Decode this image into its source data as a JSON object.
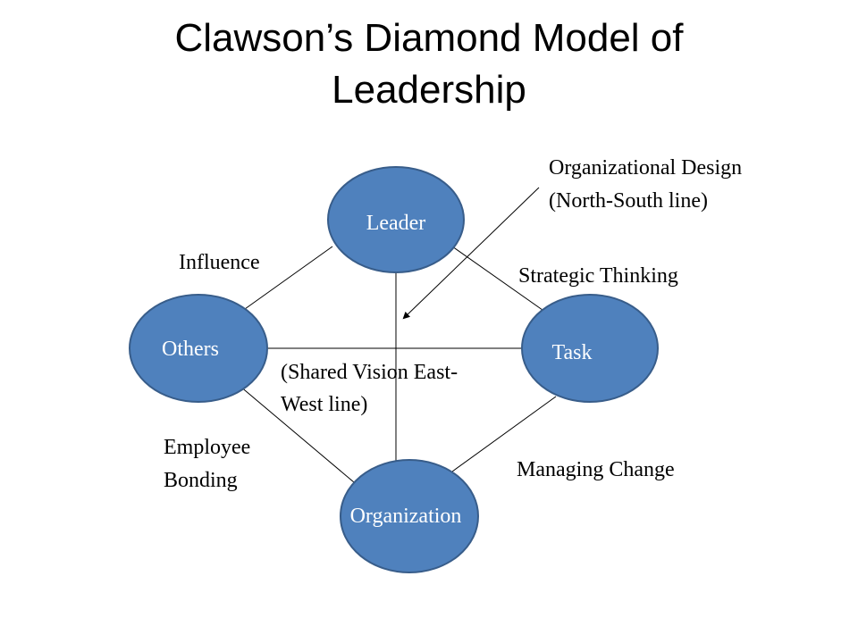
{
  "slide": {
    "title_line1": "Clawson’s Diamond Model of",
    "title_line2": "Leadership"
  },
  "colors": {
    "node_fill": "#4f81bd",
    "node_stroke": "#385d8a",
    "node_text": "#ffffff",
    "line": "#000000"
  },
  "nodes": {
    "leader": "Leader",
    "others": "Others",
    "task": "Task",
    "organization": "Organization"
  },
  "labels": {
    "org_design_line1": "Organizational Design",
    "org_design_line2": "(North-South line)",
    "influence": "Influence",
    "strategic_thinking": "Strategic Thinking",
    "shared_vision_line1": "(Shared Vision East-",
    "shared_vision_line2": "West line)",
    "employee_bonding_line1": "Employee",
    "employee_bonding_line2": "Bonding",
    "managing_change": "Managing Change"
  }
}
